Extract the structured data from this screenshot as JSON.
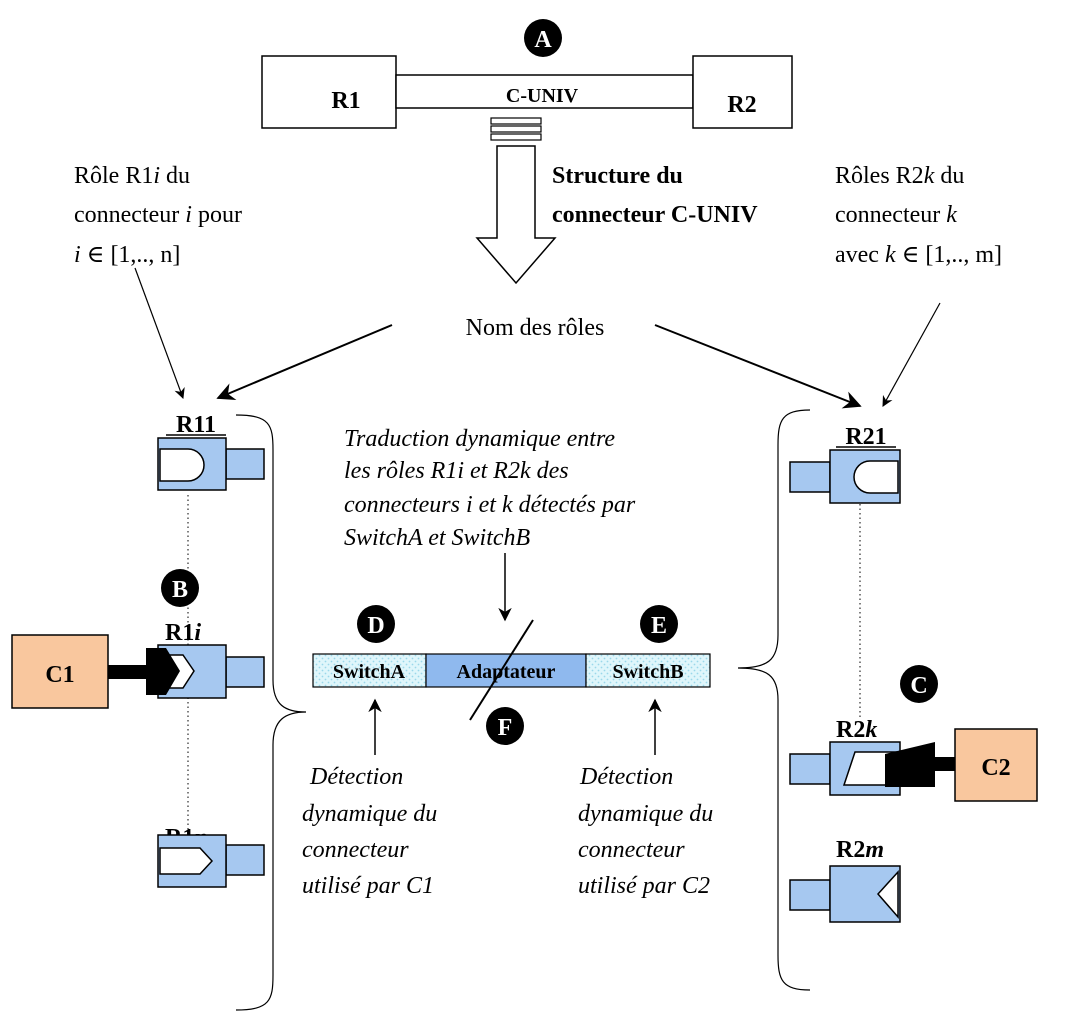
{
  "top": {
    "badge": "A",
    "left_box": "R1",
    "right_box": "R2",
    "connector": "C-UNIV"
  },
  "structure_label": [
    "Structure du",
    "connecteur C-UNIV"
  ],
  "left_note": {
    "line1_a": "Rôle R1",
    "line1_b": "i",
    "line1_c": " du",
    "line2_a": "connecteur ",
    "line2_b": "i",
    "line2_c": " pour",
    "line3_a": "i",
    "line3_b": " ∈ [1,.., n]"
  },
  "right_note": {
    "line1_a": "Rôles R2",
    "line1_b": "k",
    "line1_c": " du",
    "line2_a": "connecteur ",
    "line2_b": "k",
    "line3_a": "avec ",
    "line3_b": "k",
    "line3_c": " ∈ [1,.., m]"
  },
  "role_names": "Nom des rôles",
  "roles_left": {
    "r11": "R11",
    "r1i_a": "R1",
    "r1i_b": "i",
    "r1n_a": "R1",
    "r1n_b": "n"
  },
  "roles_right": {
    "r21": "R21",
    "r2k_a": "R2",
    "r2k_b": "k",
    "r2m_a": "R2",
    "r2m_b": "m"
  },
  "badges": {
    "b": "B",
    "c": "C",
    "d": "D",
    "e": "E",
    "f": "F"
  },
  "components": {
    "c1": "C1",
    "c2": "C2"
  },
  "translation_note": [
    "Traduction dynamique entre",
    "les rôles R1i et R2k des",
    "connecteurs i et k détectés par",
    "SwitchA et SwitchB"
  ],
  "middle_bar": {
    "switch_a": "SwitchA",
    "adapter": "Adaptateur",
    "switch_b": "SwitchB"
  },
  "detect_left": [
    "Détection",
    "dynamique du",
    "connecteur",
    "utilisé par C1"
  ],
  "detect_right": [
    "Détection",
    "dynamique du",
    "connecteur",
    "utilisé par C2"
  ],
  "colors": {
    "plug_blue": "#a6c8f0",
    "component_orange": "#f9c79e",
    "switch_fill": "#d6f2fa",
    "adapter_fill": "#8fb9ee"
  }
}
